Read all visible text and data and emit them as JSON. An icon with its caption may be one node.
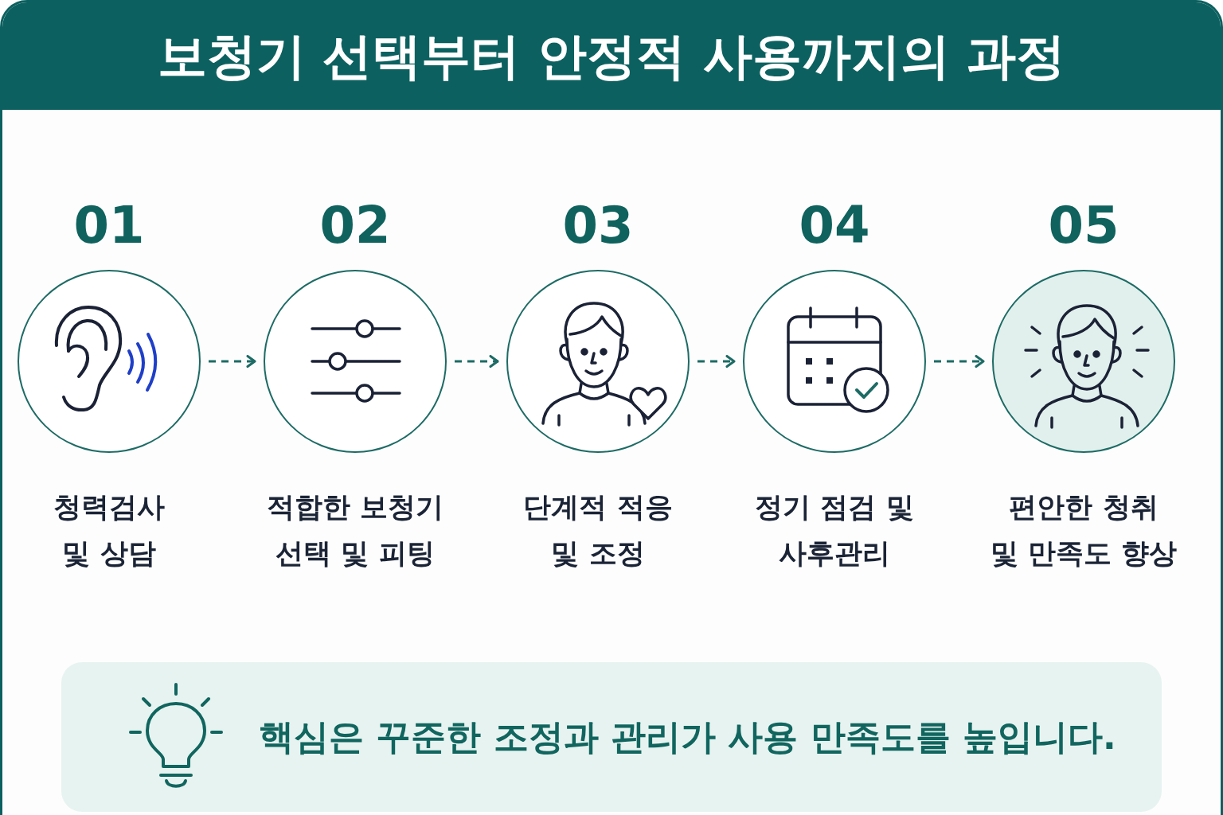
{
  "diagram": {
    "title": "보청기 선택부터 안정적 사용까지의 과정",
    "nodes": [
      {
        "text": [
          "01",
          "청력검사 및 상담"
        ]
      },
      {
        "text": [
          "02",
          "적합한 보청기 선택 및 피팅"
        ]
      },
      {
        "text": [
          "03",
          "단계적 적응 및 조정"
        ]
      },
      {
        "text": [
          "04",
          "정기 점검 및 사후관리"
        ]
      },
      {
        "text": [
          "05",
          "편안한 청취 및 만족도 향상"
        ]
      },
      {
        "text": [
          "핵심은 꾸준한 조정과 관리가 사용 만족도를 높입니다."
        ]
      }
    ],
    "edges": [
      {
        "from": 0,
        "to": 1,
        "arrow": "to",
        "style": "dashed"
      },
      {
        "from": 1,
        "to": 2,
        "arrow": "to",
        "style": "dashed"
      },
      {
        "from": 2,
        "to": 3,
        "arrow": "to",
        "style": "dashed"
      },
      {
        "from": 3,
        "to": 4,
        "arrow": "to",
        "style": "dashed"
      }
    ]
  }
}
